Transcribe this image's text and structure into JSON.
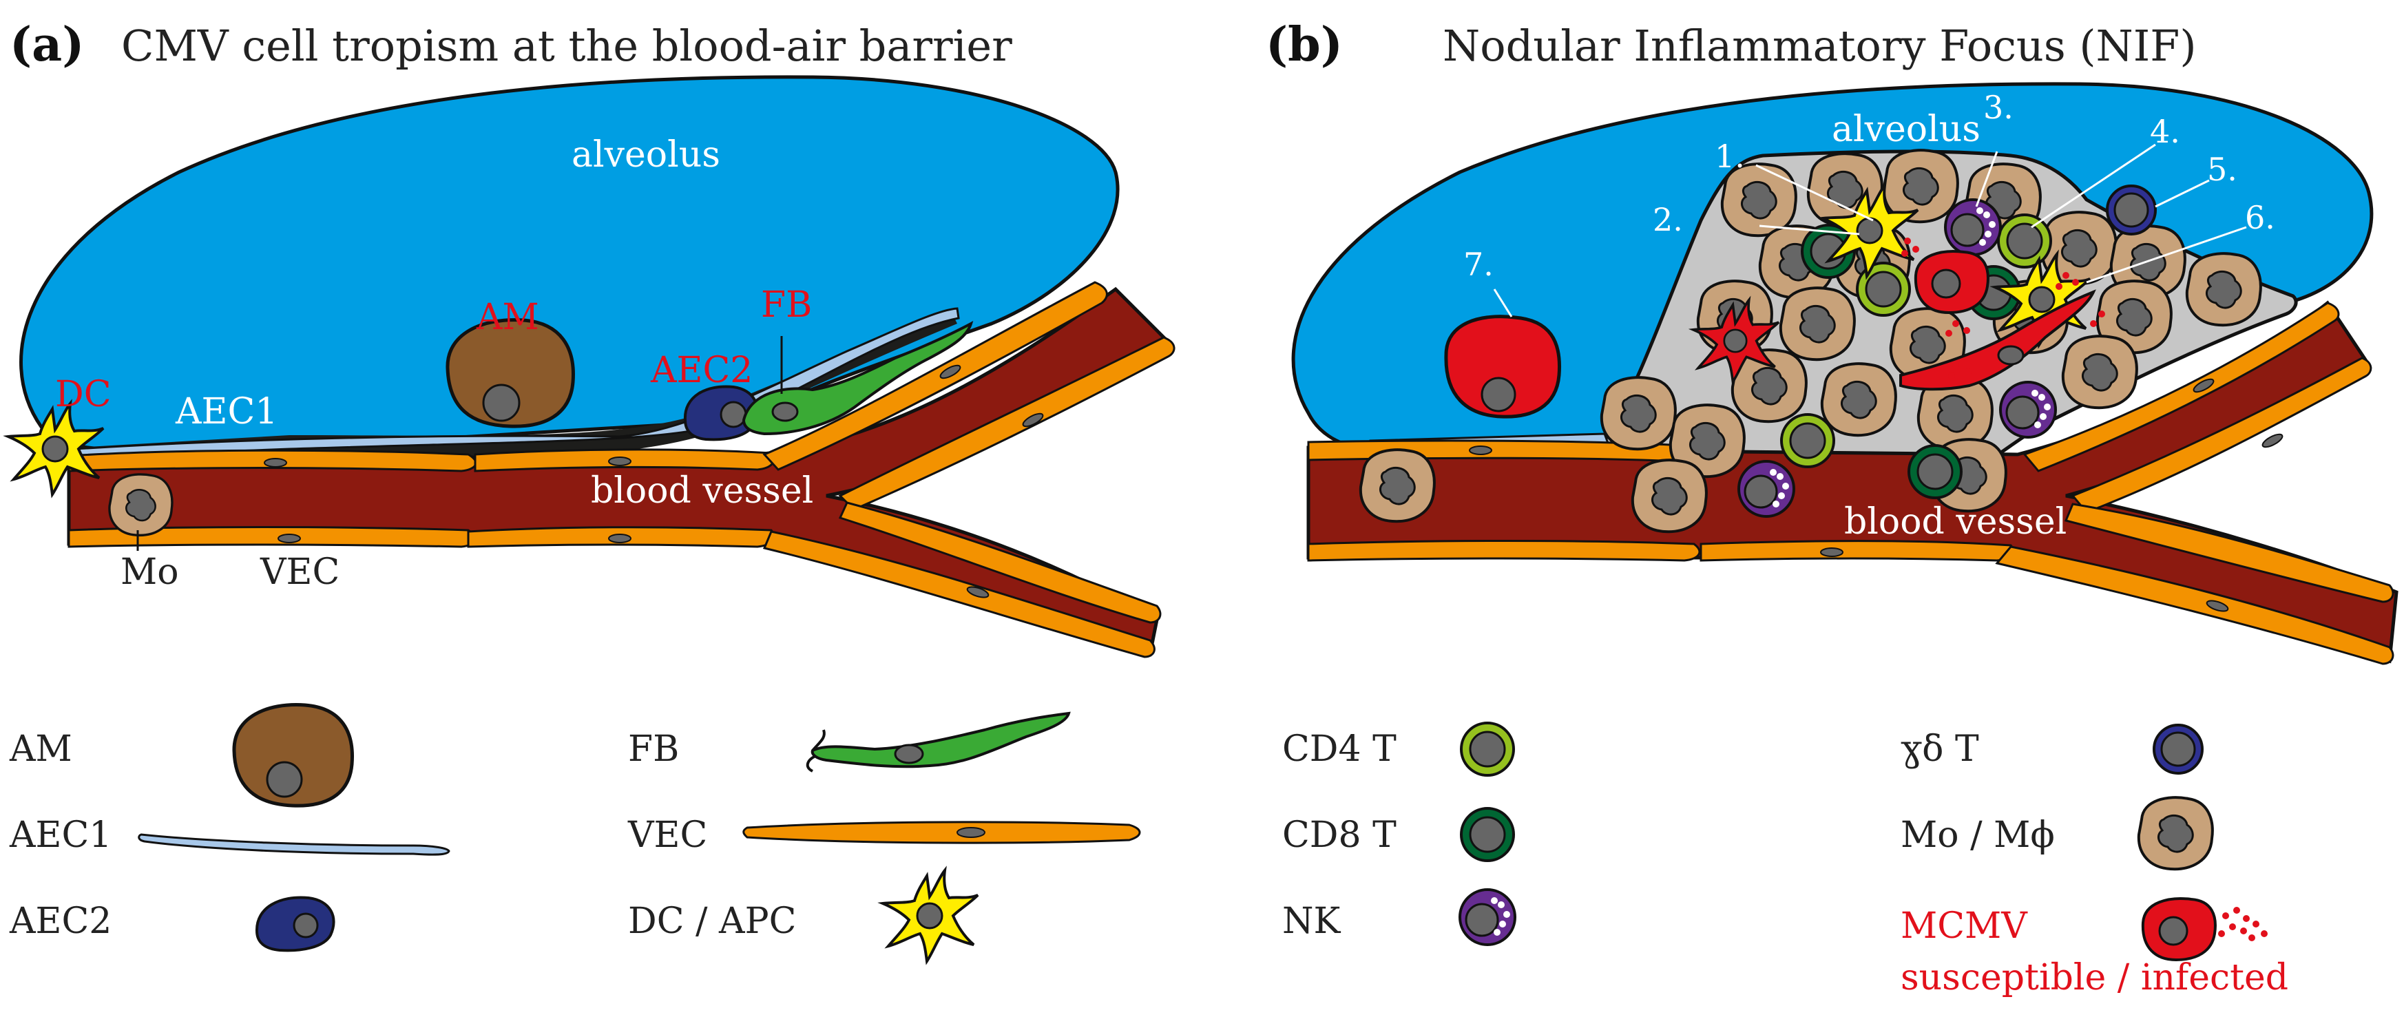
{
  "panel_a": {
    "letter": "(a)",
    "title": "CMV cell tropism at the blood-air barrier",
    "labels": {
      "alveolus": "alveolus",
      "am": "AM",
      "fb": "FB",
      "aec2": "AEC2",
      "dc": "DC",
      "aec1": "AEC1",
      "blood_vessel": "blood vessel",
      "mo": "Mo",
      "vec": "VEC"
    }
  },
  "panel_b": {
    "letter": "(b)",
    "title": "Nodular Inflammatory Focus (NIF)",
    "labels": {
      "alveolus": "alveolus",
      "blood_vessel": "blood vessel"
    },
    "numbers": [
      "1.",
      "2.",
      "3.",
      "4.",
      "5.",
      "6.",
      "7."
    ]
  },
  "legend": {
    "am": "AM",
    "aec1": "AEC1",
    "aec2": "AEC2",
    "fb": "FB",
    "vec": "VEC",
    "dc_apc": "DC / APC",
    "cd4": "CD4 T",
    "cd8": "CD8 T",
    "nk": "NK",
    "gd": "ɣδ T",
    "mo_mphi": "Mo / Mϕ",
    "mcmv_line1": "MCMV",
    "mcmv_line2": "susceptible / infected"
  },
  "colors": {
    "alveolus": "#009ee3",
    "vessel": "#8c1a10",
    "endothelium": "#f39200",
    "am": "#8b5a2b",
    "fb": "#3aaa35",
    "aec1": "#a8c8ea",
    "aec2": "#25307d",
    "dc": "#ffed00",
    "cd4": "#95c11f",
    "cd8": "#006633",
    "nk": "#662d91",
    "gd": "#2e3192",
    "mo": "#c8a27a",
    "infected": "#e2101b",
    "nucleus": "#666666",
    "tissue": "#c6c6c6"
  }
}
